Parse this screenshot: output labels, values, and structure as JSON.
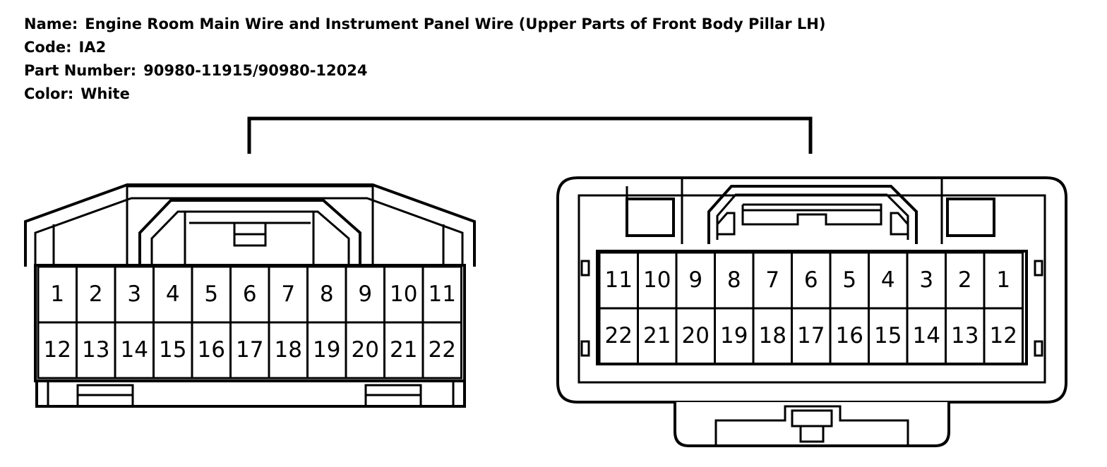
{
  "info": {
    "name_label": "Name:",
    "name_value": "Engine Room Main Wire and Instrument Panel Wire (Upper Parts of Front Body Pillar LH)",
    "code_label": "Code:",
    "code_value": "IA2",
    "part_label": "Part Number:",
    "part_value": "90980-11915/90980-12024",
    "color_label": "Color:",
    "color_value": "White"
  },
  "connectors": {
    "left": {
      "row1": [
        "1",
        "2",
        "3",
        "4",
        "5",
        "6",
        "7",
        "8",
        "9",
        "10",
        "11"
      ],
      "row2": [
        "12",
        "13",
        "14",
        "15",
        "16",
        "17",
        "18",
        "19",
        "20",
        "21",
        "22"
      ]
    },
    "right": {
      "row1": [
        "11",
        "10",
        "9",
        "8",
        "7",
        "6",
        "5",
        "4",
        "3",
        "2",
        "1"
      ],
      "row2": [
        "22",
        "21",
        "20",
        "19",
        "18",
        "17",
        "16",
        "15",
        "14",
        "13",
        "12"
      ]
    }
  },
  "colors": {
    "line": "#000000",
    "background": "#ffffff"
  }
}
